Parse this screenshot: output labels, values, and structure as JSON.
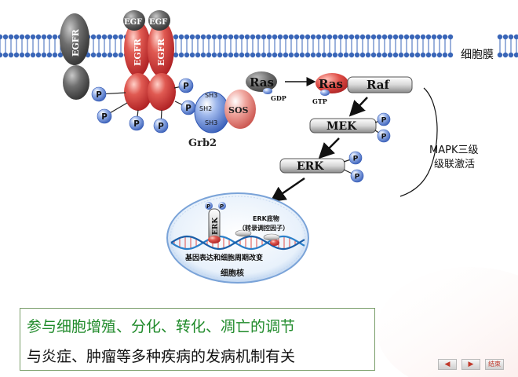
{
  "diagram": {
    "membrane_label": "细胞膜",
    "egfr_label": "EGFR",
    "egf_label": "EGF",
    "p_label": "P",
    "sh3_label": "SH3",
    "sh2_label": "SH2",
    "sos_label": "SOS",
    "grb2_label": "Grb2",
    "ras_label": "Ras",
    "gdp_label": "GDP",
    "gtp_label": "GTP",
    "raf_label": "Raf",
    "mek_label": "MEK",
    "erk_label": "ERK",
    "mapk_label_line1": "MAPK三级",
    "mapk_label_line2": "级联激活",
    "nucleus_erk_label": "ERK",
    "substrate_line1": "ERK底物",
    "substrate_line2": "（转录调控因子）",
    "gene_expression_label": "基因表达和细胞周期改变",
    "nucleus_label": "细胞核"
  },
  "caption": {
    "line1": "参与细胞增殖、分化、转化、凋亡的调节",
    "line2": "与炎症、肿瘤等多种疾病的发病机制有关"
  },
  "nav": {
    "prev": "◀",
    "next": "▶",
    "end": "结束"
  },
  "colors": {
    "membrane": "#3a66b8",
    "egfr_red": "#d9393b",
    "egfr_gray": "#6a6a6a",
    "phospho_blue": "#3f68c6",
    "caption_green": "#1f8a2a"
  }
}
